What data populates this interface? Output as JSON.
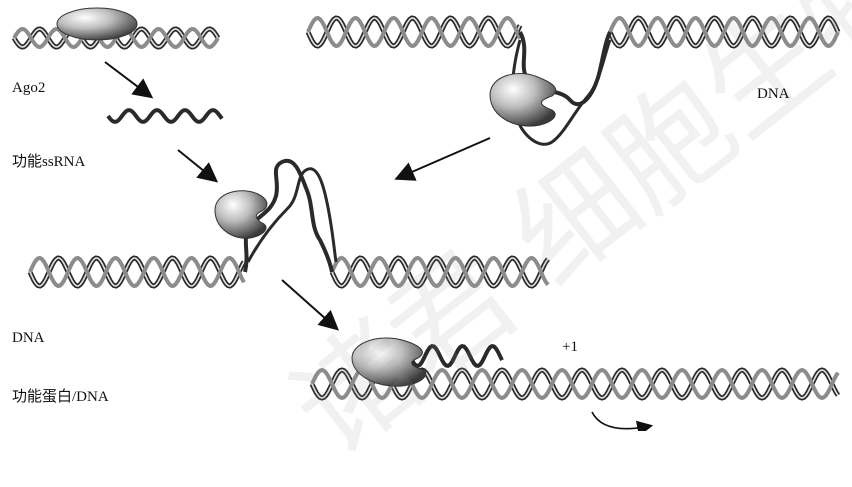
{
  "labels": {
    "ago2": "Ago2",
    "functional_ssrna": "功能ssRNA",
    "dna_top_right": "DNA",
    "dna_left": "DNA",
    "functional_protein_dna": "功能蛋白/DNA",
    "plus_one": "+1"
  },
  "watermark": "诸君 细胞生物",
  "colors": {
    "helix_dark": "#2a2a2a",
    "helix_mid": "#8c8c8c",
    "helix_light": "#e0e0e0",
    "protein_light": "#f2f2f2",
    "protein_dark": "#4a4a4a",
    "arrow": "#111111"
  }
}
